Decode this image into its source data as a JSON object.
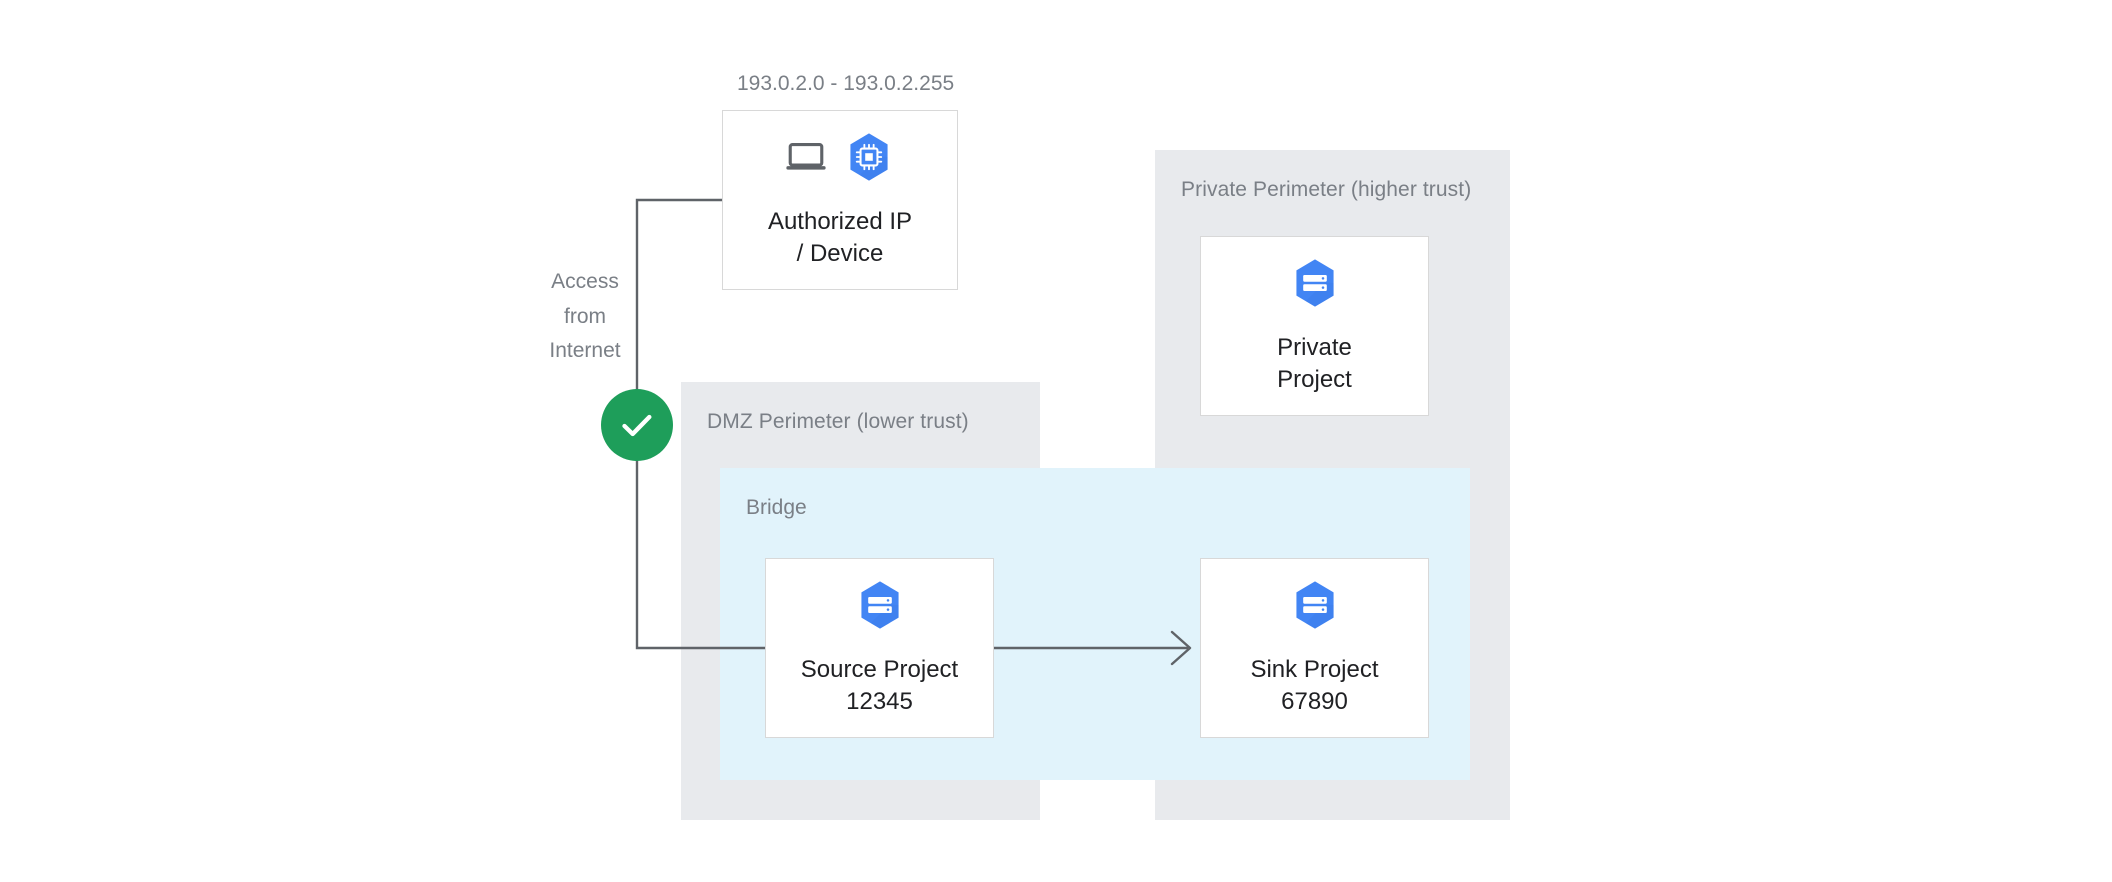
{
  "diagram": {
    "title": "VPC Service Controls bridge between DMZ and private perimeters",
    "background": "#ffffff",
    "colors": {
      "perimeter_fill": "#e8eaed",
      "bridge_fill": "#e1f3fb",
      "node_fill": "#ffffff",
      "node_border": "#d8d8d8",
      "label_text": "#7a7f86",
      "node_text": "#202124",
      "connector": "#5f6368",
      "check_green": "#1e9e5a",
      "gcp_blue": "#4285f4"
    }
  },
  "captions": {
    "ip_range": "193.0.2.0 - 193.0.2.255",
    "access_from_internet": "Access\nfrom\nInternet"
  },
  "nodes": {
    "authorized_device": {
      "label": "Authorized IP\n/ Device",
      "icons": [
        "laptop-icon",
        "compute-instance-icon"
      ]
    },
    "source_project": {
      "label": "Source Project\n12345",
      "icons": [
        "project-icon"
      ]
    },
    "sink_project": {
      "label": "Sink Project\n67890",
      "icons": [
        "project-icon"
      ]
    },
    "private_project": {
      "label": "Private\nProject",
      "icons": [
        "project-icon"
      ]
    }
  },
  "groups": {
    "dmz_perimeter": {
      "label": "DMZ Perimeter (lower trust)"
    },
    "private_perimeter": {
      "label": "Private Perimeter (higher trust)"
    },
    "bridge": {
      "label": "Bridge"
    }
  },
  "badges": {
    "access_allowed": {
      "icon": "check-icon",
      "color": "#1e9e5a"
    }
  }
}
